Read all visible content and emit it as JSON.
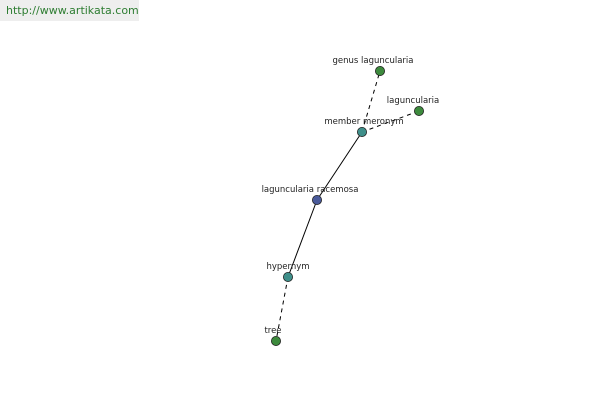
{
  "watermark": {
    "text": "http://www.artikata.com"
  },
  "colors": {
    "leaf": "#3d8a3d",
    "relation": "#3f8f8a",
    "center": "#4a5a9a",
    "watermark_bg": "#eeeeee",
    "watermark_text": "#2e7d32"
  },
  "nodes": [
    {
      "id": "genus-laguncularia",
      "label": "genus laguncularia",
      "kind": "leaf"
    },
    {
      "id": "laguncularia",
      "label": "laguncularia",
      "kind": "leaf"
    },
    {
      "id": "member-meronym",
      "label": "member meronym",
      "kind": "relation"
    },
    {
      "id": "laguncularia-racemosa",
      "label": "laguncularia racemosa",
      "kind": "center"
    },
    {
      "id": "hypernym",
      "label": "hypernym",
      "kind": "relation"
    },
    {
      "id": "tree",
      "label": "tree",
      "kind": "leaf"
    }
  ],
  "edges": [
    {
      "from": "laguncularia-racemosa",
      "to": "member-meronym",
      "style": "solid"
    },
    {
      "from": "member-meronym",
      "to": "genus-laguncularia",
      "style": "dashed"
    },
    {
      "from": "member-meronym",
      "to": "laguncularia",
      "style": "dashed"
    },
    {
      "from": "laguncularia-racemosa",
      "to": "hypernym",
      "style": "solid"
    },
    {
      "from": "hypernym",
      "to": "tree",
      "style": "dashed"
    }
  ]
}
